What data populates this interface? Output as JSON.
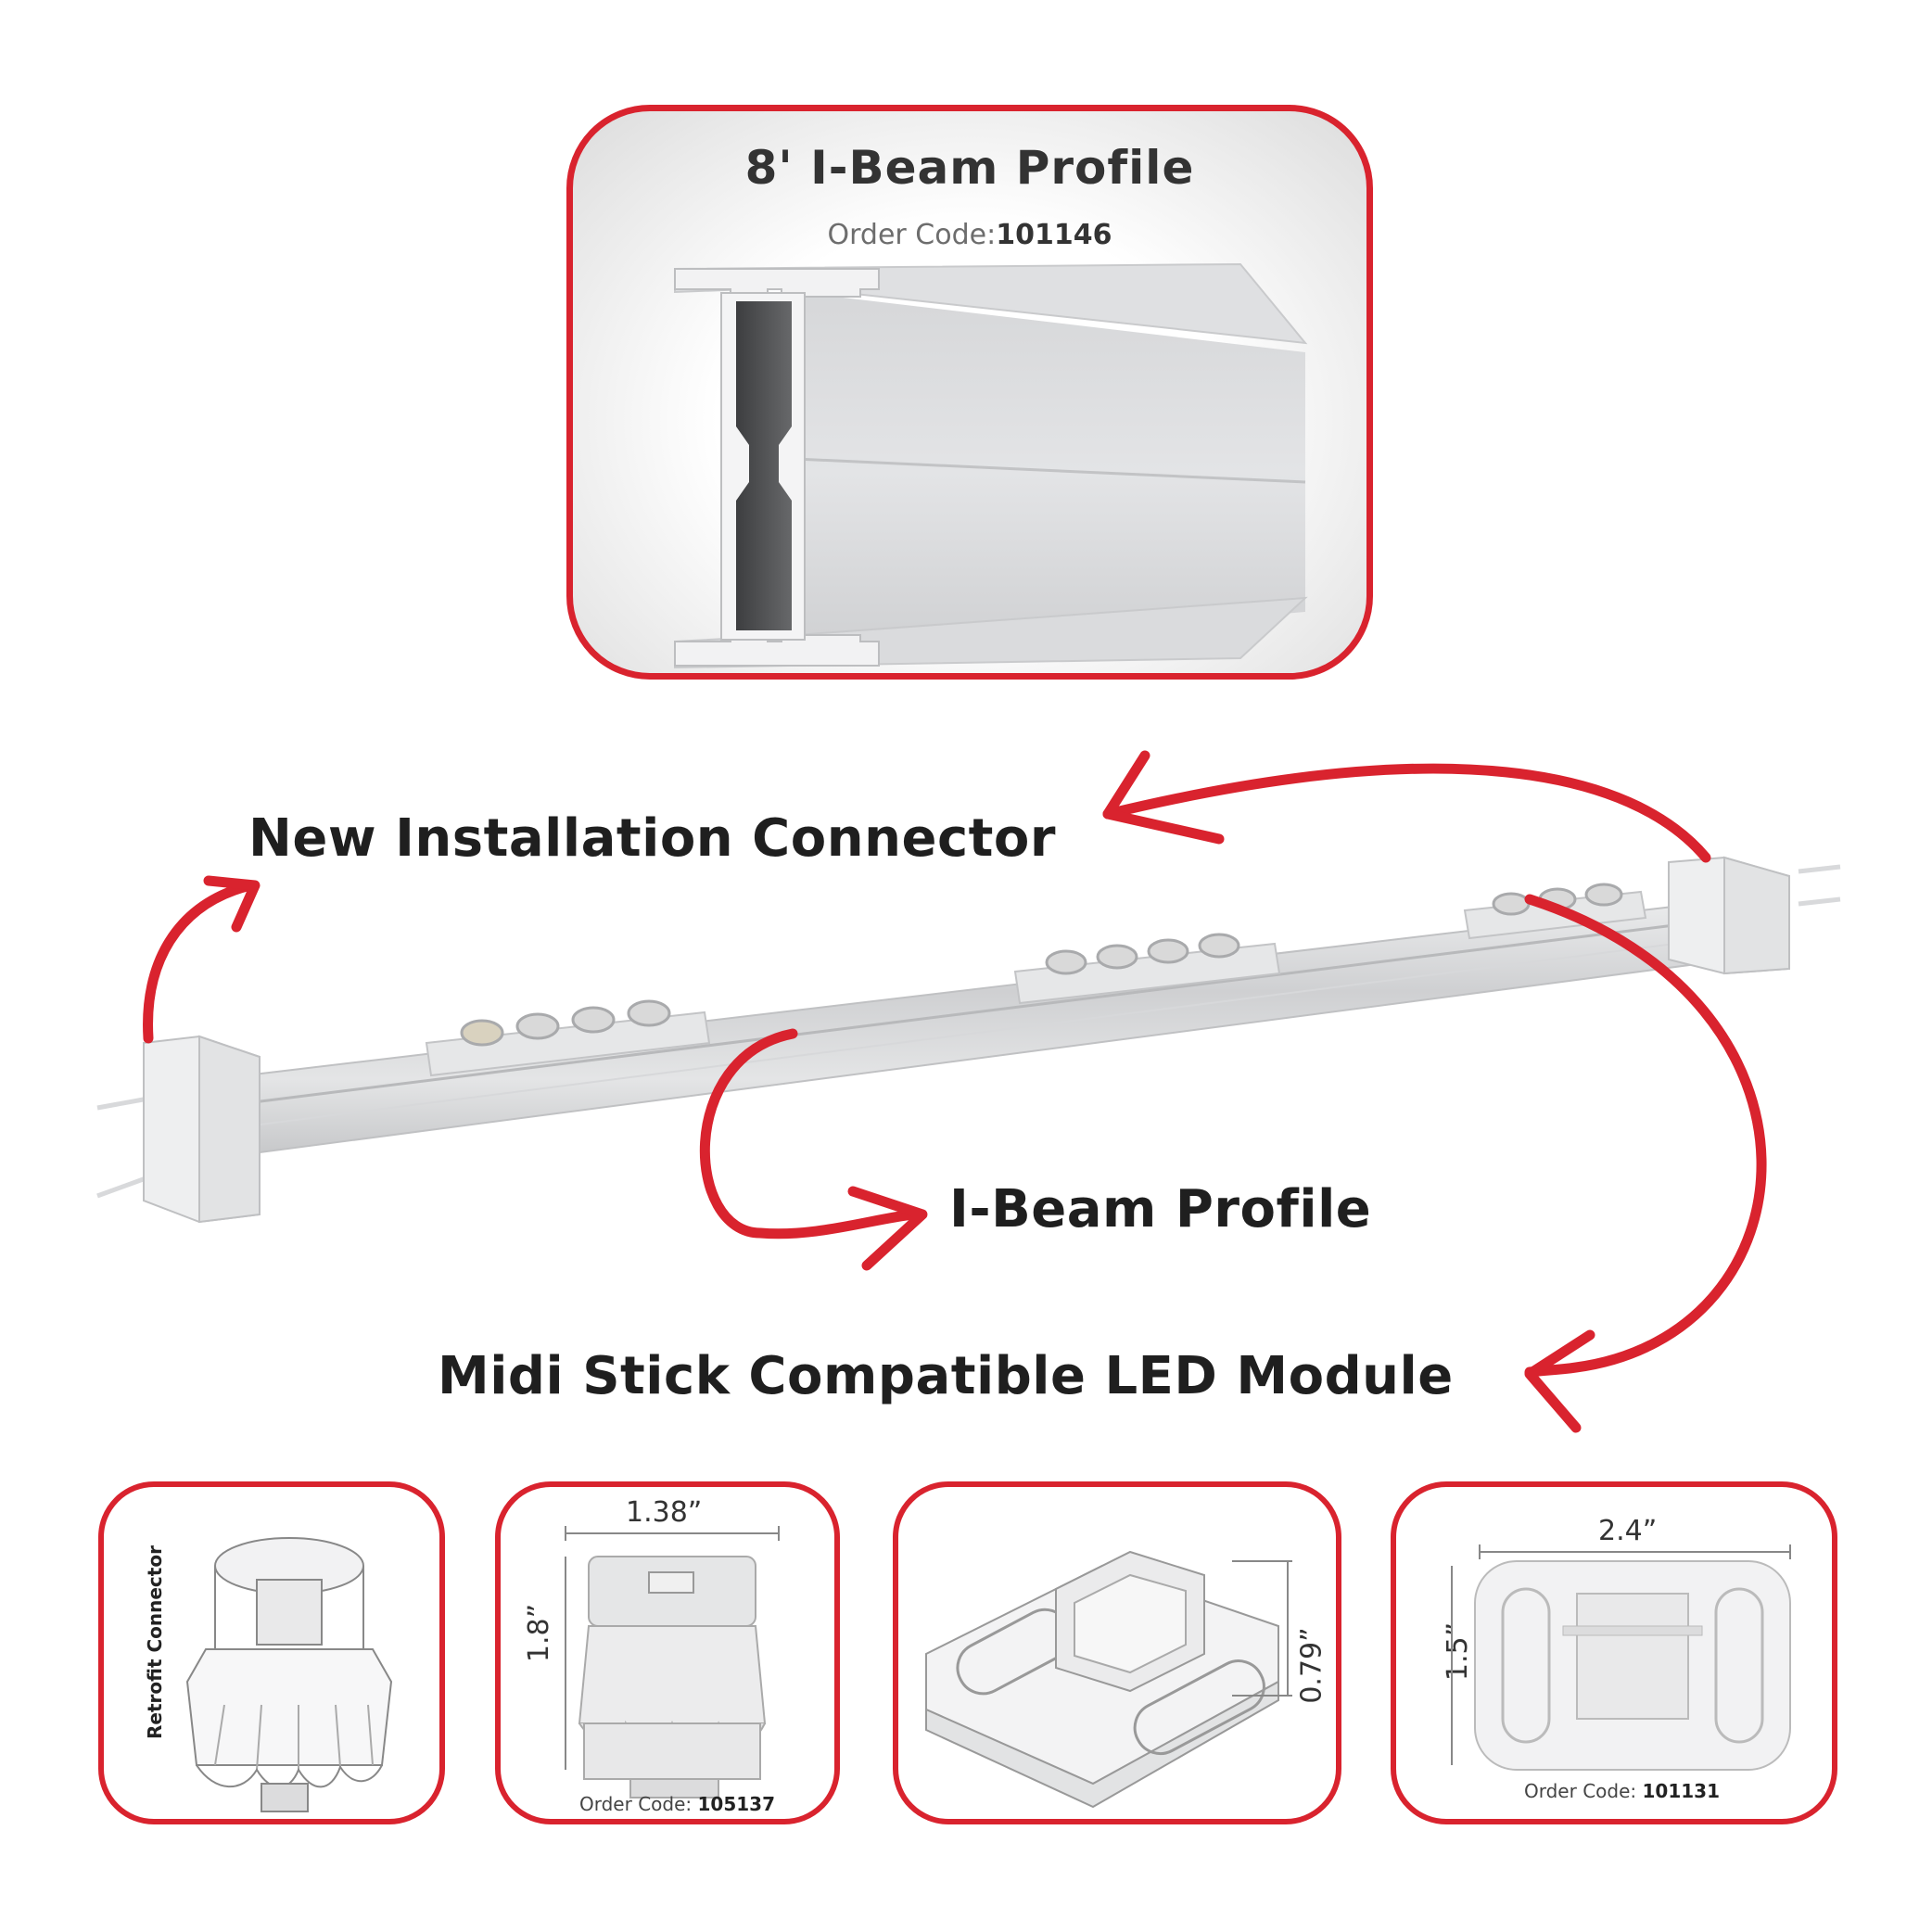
{
  "top_panel": {
    "title": "8' I-Beam Profile",
    "order_label": "Order Code:",
    "order_code": "101146"
  },
  "callouts": {
    "new_installation": "New Installation Connector",
    "ibeam_profile": "I-Beam Profile",
    "midi_stick": "Midi Stick Compatible LED Module"
  },
  "bottom_panels": {
    "retrofit": {
      "label": "Retrofit Connector"
    },
    "connector": {
      "width": "1.38”",
      "height": "1.8”",
      "order_label": "Order Code: ",
      "order_code": "105137"
    },
    "clip": {
      "height": "0.79”"
    },
    "module": {
      "width": "2.4”",
      "height": "1.5”",
      "order_label": "Order Code: ",
      "order_code": "101131"
    }
  },
  "colors": {
    "accent": "#d9232e",
    "text": "#1f1f1f"
  }
}
